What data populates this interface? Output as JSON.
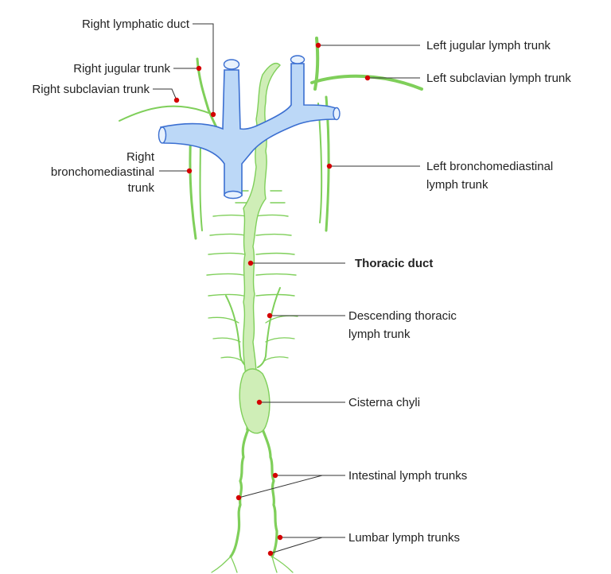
{
  "labels": {
    "right_lymphatic_duct": "Right lymphatic duct",
    "right_jugular_trunk": "Right jugular trunk",
    "right_subclavian_trunk": "Right subclavian trunk",
    "right_broncho_line1": "Right",
    "right_broncho_line2": "bronchomediastinal",
    "right_broncho_line3": "trunk",
    "left_jugular": "Left jugular lymph trunk",
    "left_subclavian": "Left subclavian lymph trunk",
    "left_broncho_line1": "Left bronchomediastinal",
    "left_broncho_line2": "lymph trunk",
    "thoracic_duct": "Thoracic duct",
    "descending_line1": "Descending thoracic",
    "descending_line2": "lymph trunk",
    "cisterna_chyli": "Cisterna chyli",
    "intestinal": "Intestinal lymph trunks",
    "lumbar": "Lumbar lymph trunks"
  },
  "colors": {
    "lymph_stroke": "#7fcf5a",
    "lymph_fill": "#cfeeb7",
    "vein_fill": "#bcd8f7",
    "vein_stroke": "#3b6fd1",
    "marker": "#d40000",
    "leader": "#333333"
  }
}
